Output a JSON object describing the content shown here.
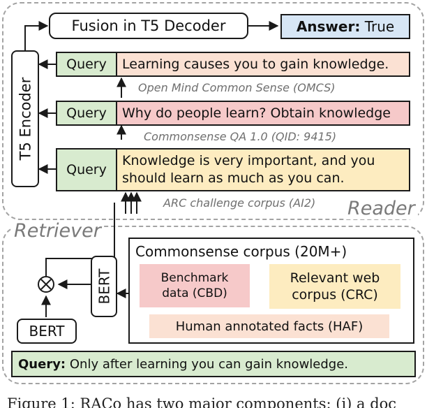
{
  "regions": {
    "reader_label": "Reader",
    "retriever_label": "Retriever"
  },
  "reader": {
    "encoder": "T5 Encoder",
    "decoder": "Fusion in T5 Decoder",
    "answer_key": "Answer:",
    "answer_value": "True",
    "rows": [
      {
        "query": "Query",
        "text_lines": [
          "Learning causes you to gain knowledge."
        ],
        "source": "Open Mind Common Sense (OMCS)"
      },
      {
        "query": "Query",
        "text_lines": [
          "Why do people learn? Obtain knowledge"
        ],
        "source": "Commonsense QA 1.0 (QID: 9415)"
      },
      {
        "query": "Query",
        "text_lines": [
          "Knowledge is very important, and you",
          "should learn as much as you can."
        ],
        "source": "ARC challenge corpus (AI2)"
      }
    ]
  },
  "retriever": {
    "bert_bottom": "BERT",
    "bert_side": "BERT",
    "combine_symbol": "⊗",
    "corpus": {
      "title": "Commonsense corpus (20M+)",
      "benchmark_lines": [
        "Benchmark",
        "data (CBD)"
      ],
      "web_lines": [
        "Relevant web",
        "corpus (CRC)"
      ],
      "facts": "Human annotated facts (HAF)"
    },
    "query_key": "Query:",
    "query_text": "Only after learning you can gain knowledge."
  },
  "caption": "Figure 1: RACo has two major components: (i) a doc",
  "colors": {
    "query_green": "#d8ebcf",
    "answer_blue": "#d7e6f5",
    "pink": "#f6c9c9",
    "peach": "#fbe1d3",
    "yellow": "#fdecc0"
  }
}
